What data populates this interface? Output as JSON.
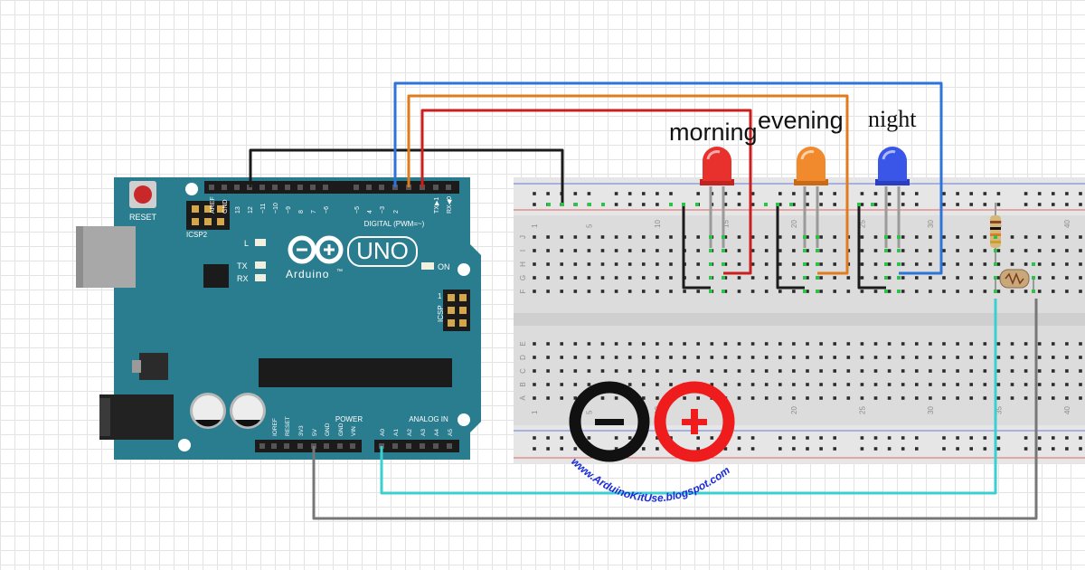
{
  "labels": {
    "morning": "morning",
    "evening": "evening",
    "night": "night"
  },
  "board": {
    "reset": "RESET",
    "icsp2": "ICSP2",
    "icsp": "ICSP",
    "led_l": "L",
    "tx": "TX",
    "rx": "RX",
    "on": "ON",
    "logo_text": "Arduino",
    "logo_tm": "™",
    "model": "UNO",
    "digital": "DIGITAL (PWM=~)",
    "power": "POWER",
    "analog_in": "ANALOG IN",
    "digital_pins": [
      "AREF",
      "GND",
      "13",
      "12",
      "~11",
      "~10",
      "~9",
      "8",
      "7",
      "~6",
      "~5",
      "4",
      "~3",
      "2",
      "TX▶1",
      "RX◀0"
    ],
    "power_pins": [
      "IOREF",
      "RESET",
      "3V3",
      "5V",
      "GND",
      "GND",
      "VIN"
    ],
    "analog_pins": [
      "A0",
      "A1",
      "A2",
      "A3",
      "A4",
      "A5"
    ]
  },
  "breadboard": {
    "col_numbers": [
      "1",
      "5",
      "10",
      "15",
      "20",
      "25",
      "30",
      "35",
      "40"
    ],
    "rows_top": [
      "J",
      "I",
      "H",
      "G",
      "F"
    ],
    "rows_bottom": [
      "E",
      "D",
      "C",
      "B",
      "A"
    ]
  },
  "watermark": {
    "url": "www.ArduinoKitUse.blogspot.com",
    "minus": "−",
    "plus": "+"
  },
  "colors": {
    "board": "#2a7c8f",
    "wire_blue": "#2d74d8",
    "wire_orange": "#e07b1e",
    "wire_red": "#cc1e1e",
    "wire_black": "#1b1b1b",
    "wire_cyan": "#3ad0d0",
    "wire_gray": "#777777",
    "led_red": "#e8302c",
    "led_orange": "#f08a2c",
    "led_blue": "#3a56e8"
  }
}
